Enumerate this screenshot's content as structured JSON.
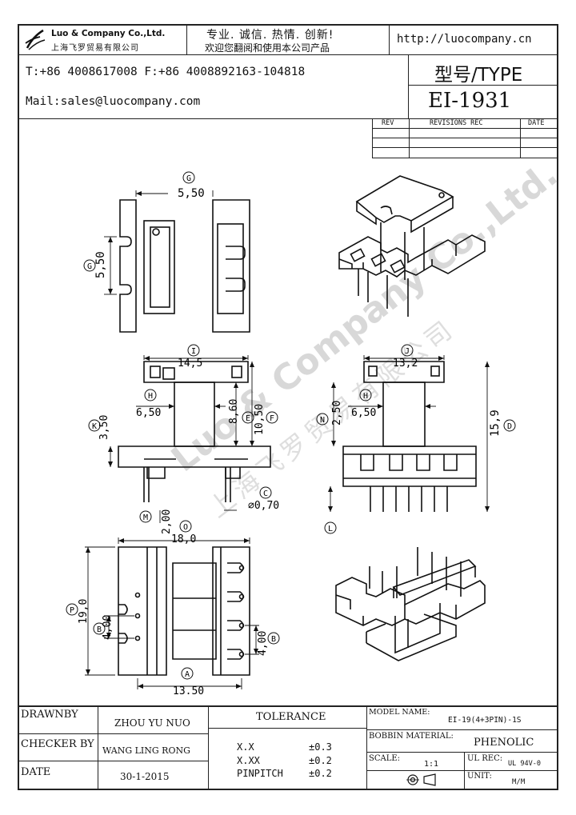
{
  "header": {
    "company_en": "Luo & Company Co.,Ltd.",
    "company_cn": "上海飞罗贸易有限公司",
    "slogan_line1": "专业. 诚信. 热情. 创新!",
    "slogan_line2": "欢迎您翻阅和使用本公司产品",
    "website": "http://luocompany.cn",
    "phone_fax": "T:+86 4008617008 F:+86 4008892163-104818",
    "mail": "Mail:sales@luocompany.com",
    "type_label": "型号/TYPE",
    "type_value": "EI-1931"
  },
  "revisions": {
    "rev": "REV",
    "rec": "REVISIONS REC",
    "date": "DATE"
  },
  "dimensions": {
    "G": "5,50",
    "G2": "5,50",
    "I": "14,5",
    "H": "6,50",
    "E": "8,60",
    "F": "10,50",
    "K": "3,50",
    "M": "2,00",
    "C": "∅0,70",
    "J": "13,2",
    "H2": "6,50",
    "N": "2,50",
    "D": "15,9",
    "O": "18,0",
    "P": "19,0",
    "B": "4,00",
    "B2": "4,00",
    "A": "13.50"
  },
  "dim_letters": {
    "G": "G",
    "I": "I",
    "H": "H",
    "E": "E",
    "F": "F",
    "K": "K",
    "M": "M",
    "C": "C",
    "J": "J",
    "N": "N",
    "D": "D",
    "L": "L",
    "O": "O",
    "P": "P",
    "B": "B",
    "A": "A"
  },
  "watermark": {
    "en": "Luo & Company Co.,Ltd.",
    "cn": "上海飞罗贸易有限公司"
  },
  "titleblock": {
    "drawn_by_label": "DRAWNBY",
    "drawn_by": "ZHOU YU NUO",
    "checker_label": "CHECKER BY",
    "checker": "WANG LING RONG",
    "date_label": "DATE",
    "date": "30-1-2015",
    "tolerance_label": "TOLERANCE",
    "tol_xx_label": "X.X",
    "tol_xx": "±0.3",
    "tol_xxx_label": "X.XX",
    "tol_xxx": "±0.2",
    "pinpitch_label": "PINPITCH",
    "pinpitch": "±0.2",
    "model_label": "MODEL NAME:",
    "model": "EI-19(4+3PIN)-1S",
    "bobbin_label": "BOBBIN MATERIAL:",
    "bobbin": "PHENOLIC",
    "scale_label": "SCALE:",
    "scale": "1:1",
    "ul_label": "UL REC:",
    "ul": "UL 94V-0",
    "unit_label": "UNIT:",
    "unit": "M/M"
  }
}
